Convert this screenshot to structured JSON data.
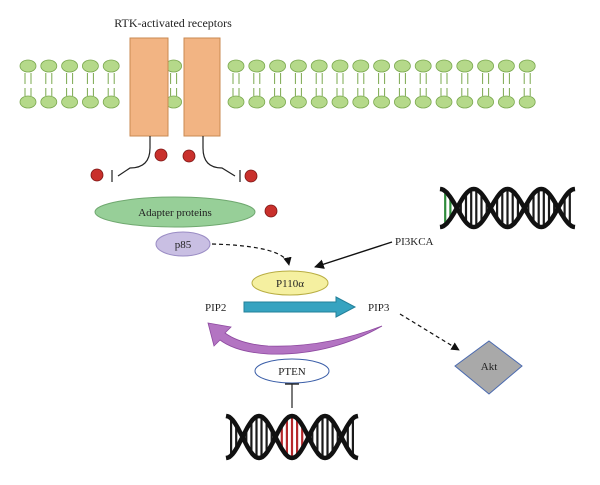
{
  "labels": {
    "receptors": "RTK-activated receptors",
    "adapter": "Adapter proteins",
    "p85": "p85",
    "pi3kca": "PI3KCA",
    "p110": "P110α",
    "pip2": "PIP2",
    "pip3": "PIP3",
    "akt": "Akt",
    "pten": "PTEN"
  },
  "colors": {
    "membrane_head": "#b5d98a",
    "membrane_head_stroke": "#7aa84e",
    "receptor_fill": "#f2b483",
    "receptor_stroke": "#c98a52",
    "phospho": "#c9302c",
    "adapter_fill": "#97cf98",
    "p85_fill": "#c9bfe3",
    "p110_fill": "#f5f0a0",
    "pip_arrow": "#36a3c0",
    "pten_curve": "#b374c2",
    "akt_fill": "#a9a9a9",
    "pten_fill": "#ffffff",
    "dna_top_marker": "#2e8b3a",
    "dna_bottom_marker": "#b5282b"
  },
  "icons": [
    "dna-helix-icon",
    "phosphate-icon",
    "membrane-lipid-icon"
  ]
}
